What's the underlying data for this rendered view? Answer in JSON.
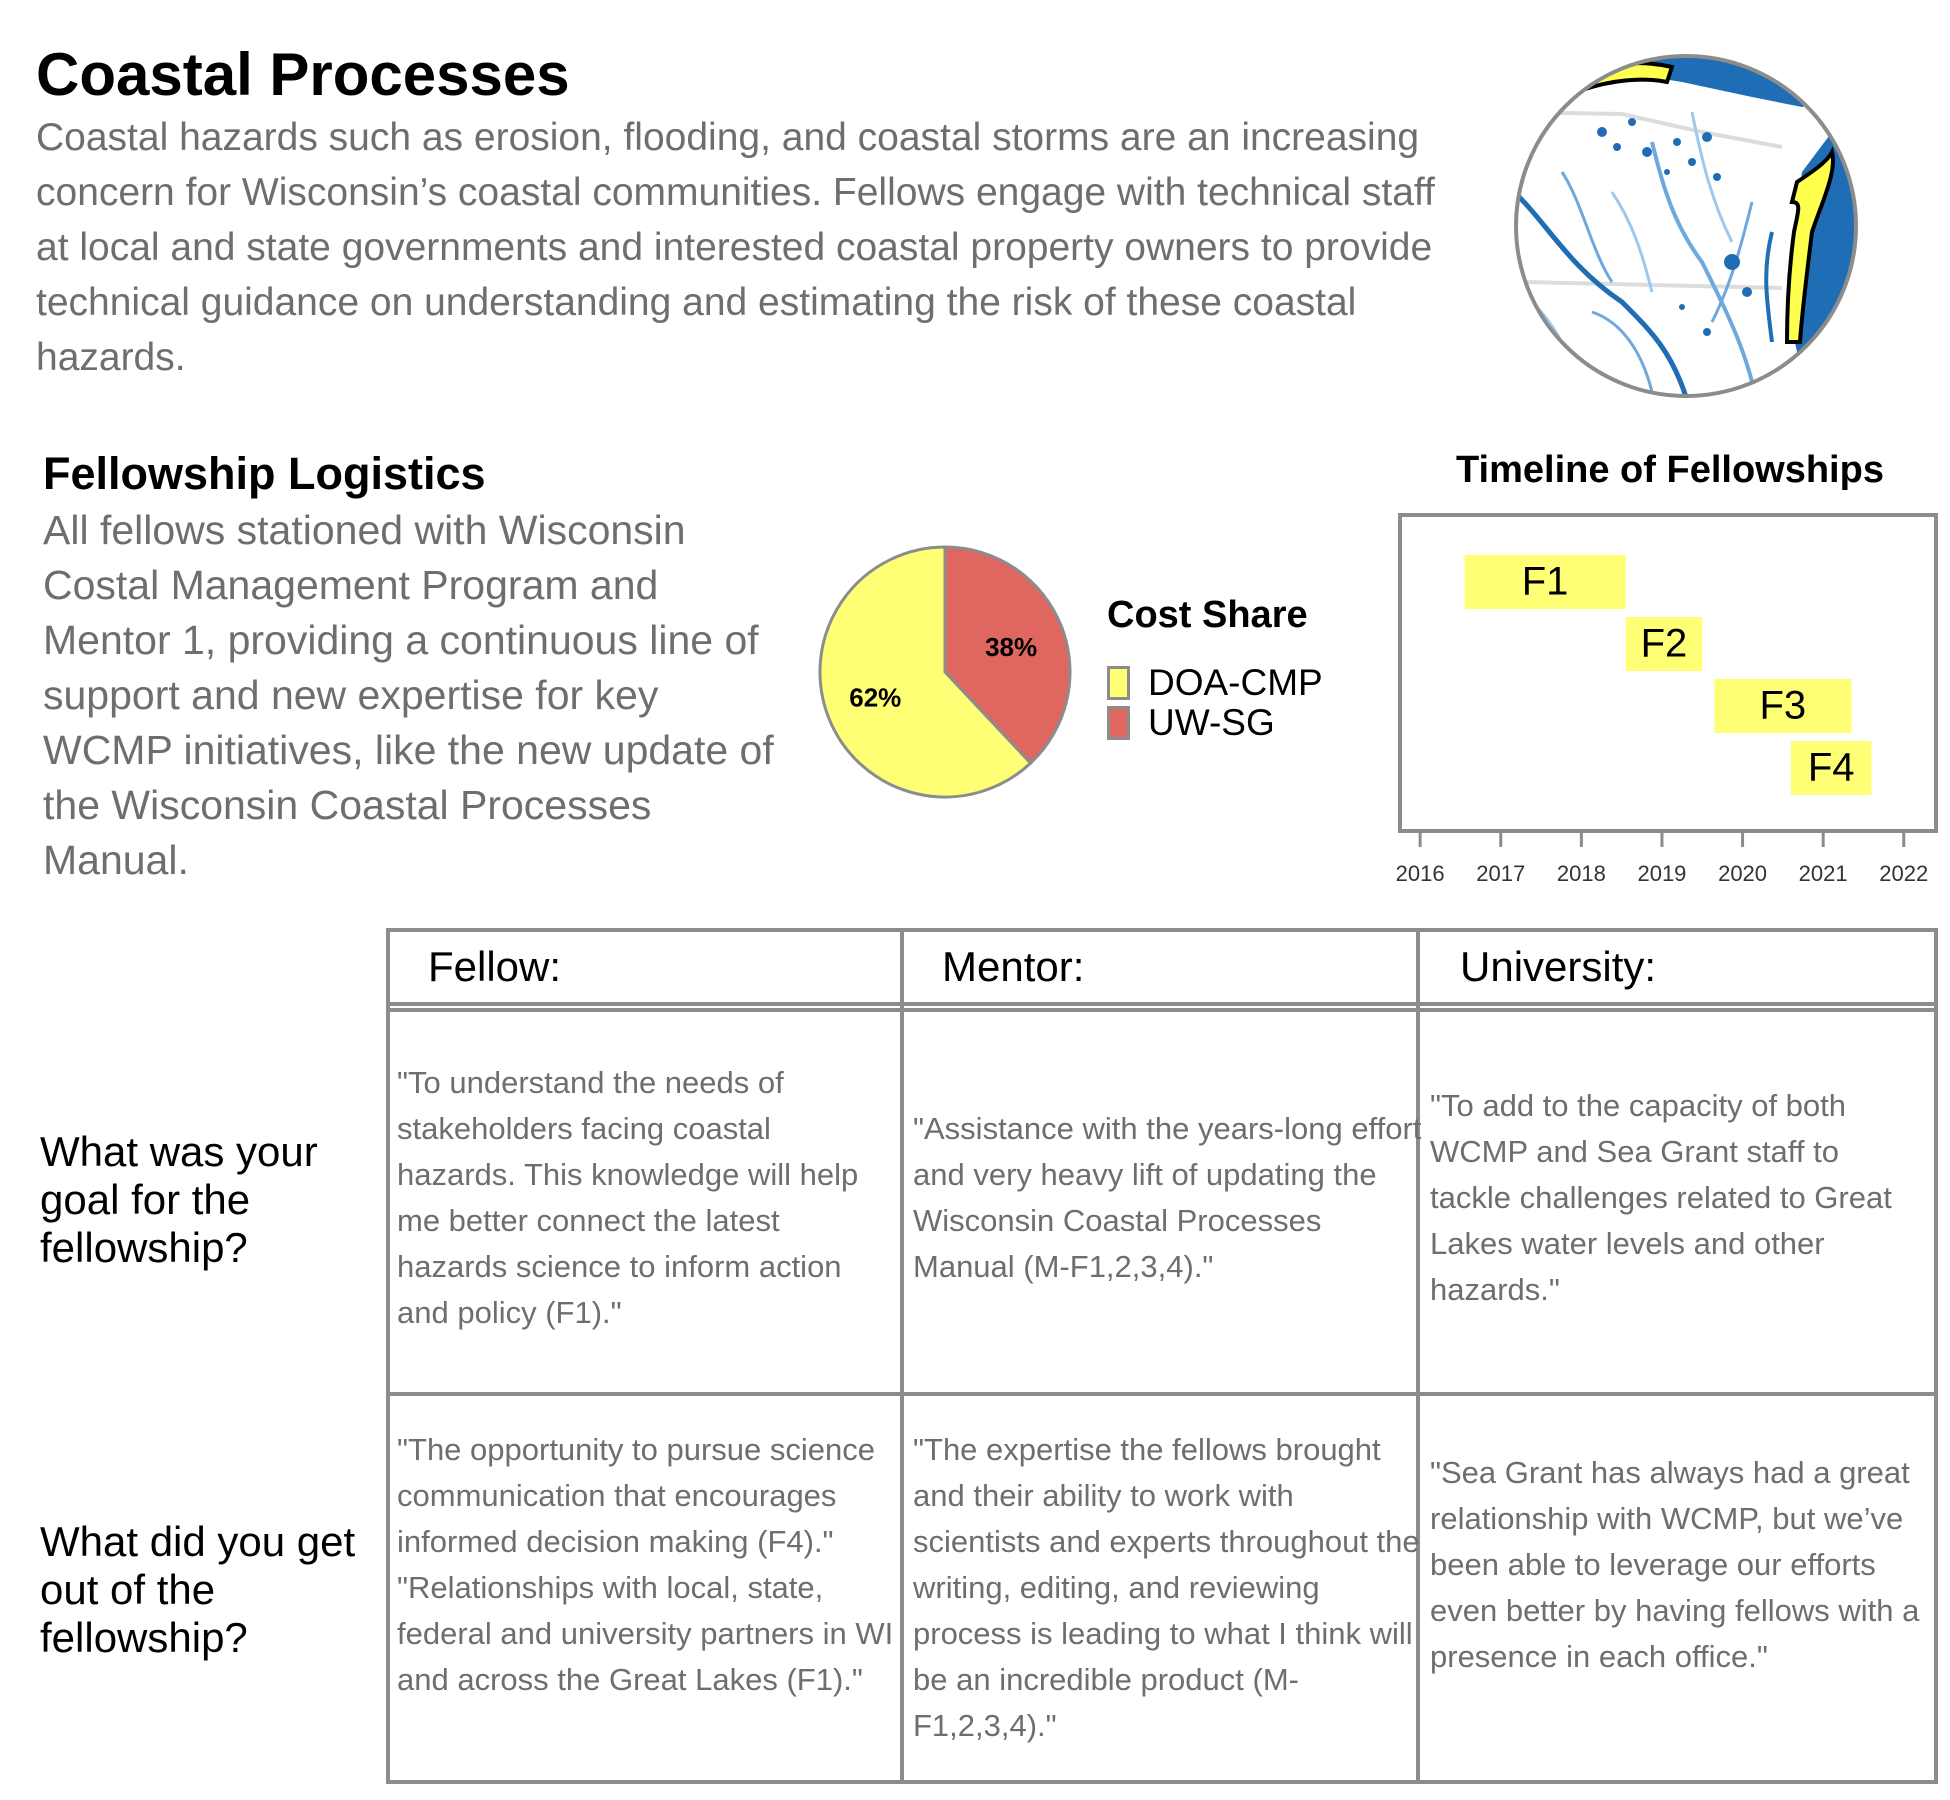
{
  "header": {
    "title": "Coastal Processes",
    "intro": "Coastal hazards such as erosion, flooding, and coastal storms are an increasing concern for Wisconsin’s coastal communities. Fellows engage with technical staff at local and state governments and interested coastal property owners to provide technical guidance on understanding and estimating the risk of these coastal hazards."
  },
  "logistics": {
    "title": "Fellowship Logistics",
    "text": "All fellows stationed with Wisconsin Costal Management Program and Mentor 1, providing a continuous line of support and new expertise for key WCMP initiatives, like the new update of the Wisconsin Coastal Processes Manual."
  },
  "colors": {
    "yellow": "#ffff75",
    "red": "#e0675f",
    "water": "#1f6db5",
    "outline": "#8c8c8c"
  },
  "chart_data": [
    {
      "type": "pie",
      "title": "Cost Share",
      "slices": [
        {
          "name": "DOA-CMP",
          "value": 62,
          "label": "62%",
          "color": "#ffff75"
        },
        {
          "name": "UW-SG",
          "value": 38,
          "label": "38%",
          "color": "#e0675f"
        }
      ],
      "legend_placement": "right"
    },
    {
      "type": "bar",
      "title": "Timeline of Fellowships",
      "orientation": "horizontal",
      "x_ticks": [
        "2016",
        "2017",
        "2018",
        "2019",
        "2020",
        "2021",
        "2022"
      ],
      "xlim": [
        2015.75,
        2022.4
      ],
      "series": [
        {
          "name": "F1",
          "start": 2016.55,
          "end": 2018.55
        },
        {
          "name": "F2",
          "start": 2018.55,
          "end": 2019.5
        },
        {
          "name": "F3",
          "start": 2019.65,
          "end": 2021.35
        },
        {
          "name": "F4",
          "start": 2020.6,
          "end": 2021.6
        }
      ],
      "bar_color": "#ffff75",
      "grid": false
    }
  ],
  "table": {
    "columns": [
      "Fellow:",
      "Mentor:",
      "University:"
    ],
    "rows": [
      {
        "question": "What was your goal for the fellowship?",
        "cells": [
          "\"To understand the needs of stakeholders facing coastal hazards. This knowledge will help me better connect the latest hazards science to inform action and policy (F1).\"",
          "\"Assistance with the years-long effort and very heavy lift of updating the Wisconsin Coastal Processes Manual (M-F1,2,3,4).\"",
          "\"To add to the capacity of both WCMP and Sea Grant staff to tackle challenges related to Great Lakes water levels and other hazards.\""
        ]
      },
      {
        "question": "What did you get out of the fellowship?",
        "cells": [
          "\"The opportunity to pursue science communication that encourages informed decision making (F4).\" \"Relationships with local, state, federal and university partners in WI and across the Great Lakes (F1).\"",
          "\"The expertise the fellows brought and their ability to work with scientists and experts throughout the writing, editing, and reviewing process is leading to what I think will be an incredible product (M-F1,2,3,4).\"",
          "\"Sea Grant has always had a great relationship with WCMP, but we’ve been able to leverage our efforts even better by having fellows with a presence in each office.\""
        ]
      }
    ]
  }
}
